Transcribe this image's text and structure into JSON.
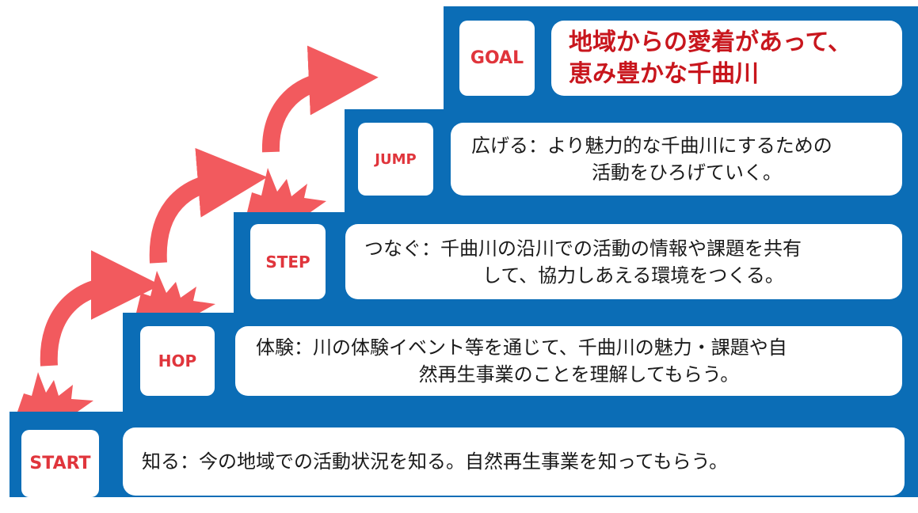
{
  "colors": {
    "band": "#0b6db6",
    "accent": "#f25a5e",
    "label": "#e0353c",
    "goal_text": "#c8161d"
  },
  "steps": {
    "start": {
      "label": "START",
      "line1": "知る：今の地域での活動状況を知る。自然再生事業を知ってもらう。"
    },
    "hop": {
      "label": "HOP",
      "line1": "体験：川の体験イベント等を通じて、千曲川の魅力・課題や自",
      "line2": "然再生事業のことを理解してもらう。"
    },
    "step": {
      "label": "STEP",
      "line1": "つなぐ：千曲川の沿川での活動の情報や課題を共有",
      "line2": "して、協力しあえる環境をつくる。"
    },
    "jump": {
      "label": "JUMP",
      "line1": "広げる：より魅力的な千曲川にするための",
      "line2": "活動をひろげていく。"
    },
    "goal": {
      "label": "GOAL",
      "line1": "地域からの愛着があって、",
      "line2": "恵み豊かな千曲川"
    }
  },
  "icons": [
    "burst-icon",
    "curved-arrow-icon"
  ]
}
